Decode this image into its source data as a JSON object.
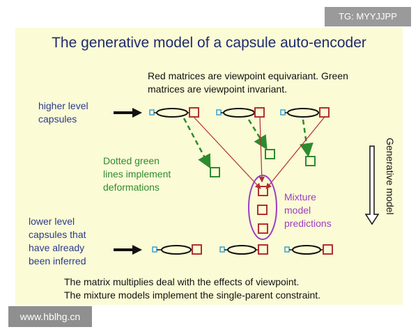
{
  "overlay": {
    "tag": "TG: MYYJJPP",
    "watermark": "www.hblhg.cn"
  },
  "slide": {
    "title": "The generative model of a capsule auto-encoder",
    "top_note": [
      "Red matrices are viewpoint equivariant. Green",
      "matrices are viewpoint invariant."
    ],
    "higher_label": [
      "higher level",
      "capsules"
    ],
    "lower_label": [
      "lower level",
      "capsules that",
      "have already",
      "been inferred"
    ],
    "green_note": [
      "Dotted green",
      "lines implement",
      "deformations"
    ],
    "mixture_note": [
      "Mixture",
      "model",
      "predictions"
    ],
    "side_label": "Generative model",
    "bottom_note": [
      "The matrix multiplies deal with the effects of viewpoint.",
      "The mixture models implement the single-parent constraint."
    ]
  },
  "colors": {
    "red": "#b03030",
    "green": "#2e8b2e",
    "purple": "#9b3ec2",
    "blue": "#3aa0d0",
    "dark": "#111111"
  }
}
